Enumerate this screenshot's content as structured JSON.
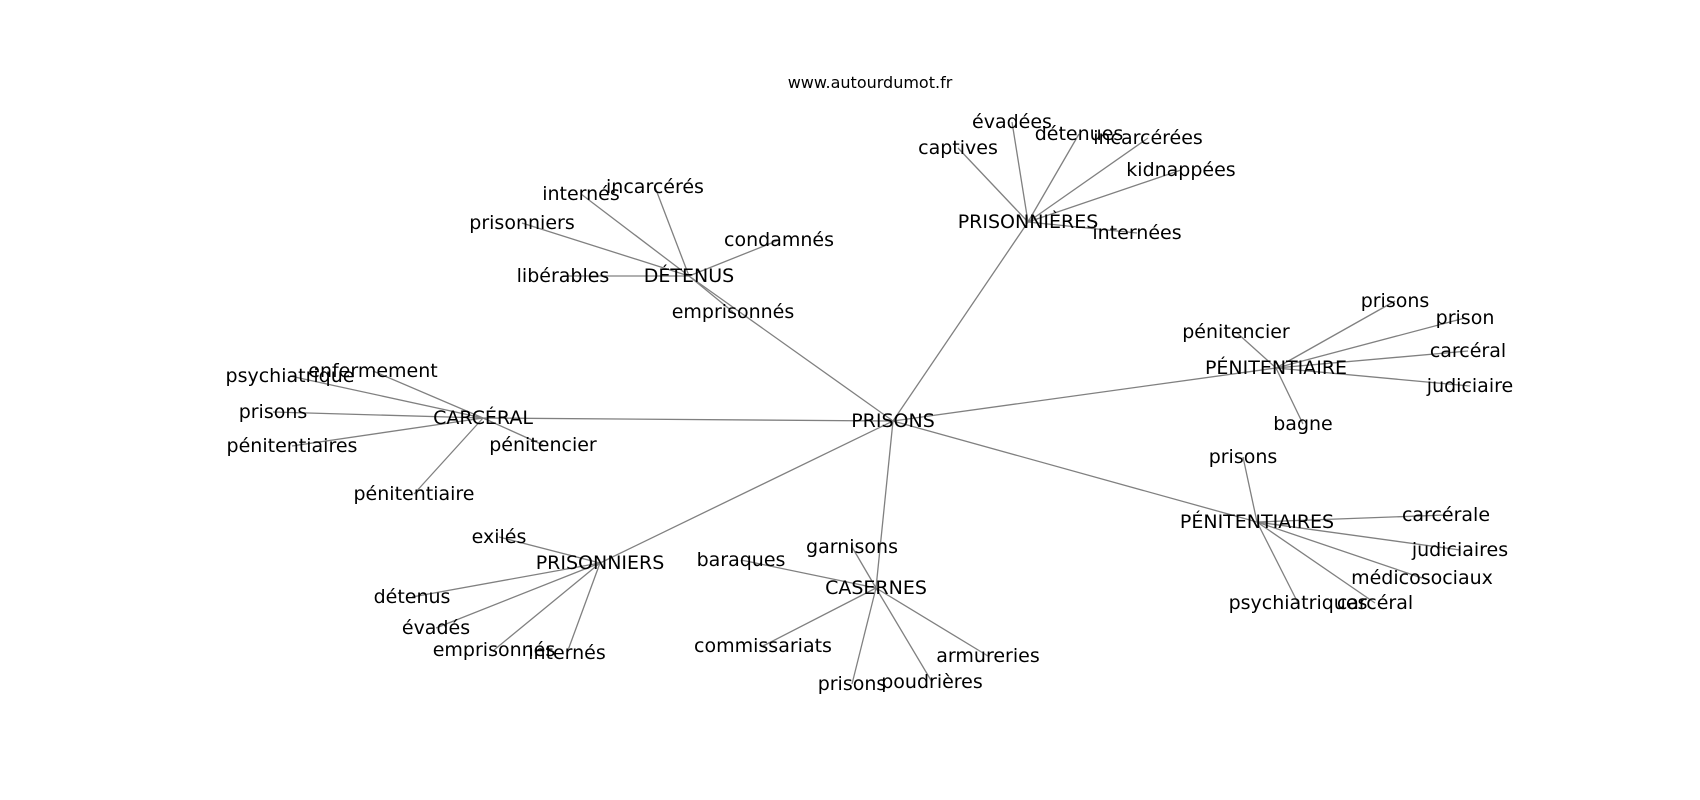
{
  "source": "www.autourdumot.fr",
  "root": "PRISONS",
  "groups": [
    {
      "id": "detenus",
      "label": "DÉTENUS",
      "children": [
        "internés",
        "incarcérés",
        "prisonniers",
        "condamnés",
        "libérables",
        "emprisonnés"
      ]
    },
    {
      "id": "prisonnieres",
      "label": "PRISONNIÈRES",
      "children": [
        "évadées",
        "détenues",
        "incarcérées",
        "captives",
        "kidnappées",
        "internées"
      ]
    },
    {
      "id": "carceral",
      "label": "CARCÉRAL",
      "children": [
        "enfermement",
        "psychiatrique",
        "prisons",
        "pénitentiaires",
        "pénitencier",
        "pénitentiaire"
      ]
    },
    {
      "id": "penitentiaire",
      "label": "PÉNITENTIAIRE",
      "children": [
        "prisons",
        "prison",
        "pénitencier",
        "carcéral",
        "judiciaire",
        "bagne"
      ]
    },
    {
      "id": "penitentiaires",
      "label": "PÉNITENTIAIRES",
      "children": [
        "prisons",
        "carcérale",
        "judiciaires",
        "médicosociaux",
        "psychiatriques",
        "carcéral"
      ]
    },
    {
      "id": "prisonniers",
      "label": "PRISONNIERS",
      "children": [
        "exilés",
        "détenus",
        "évadés",
        "emprisonnés",
        "internés"
      ]
    },
    {
      "id": "casernes",
      "label": "CASERNES",
      "children": [
        "garnisons",
        "baraques",
        "commissariats",
        "armureries",
        "prisons",
        "poudrières"
      ]
    }
  ]
}
